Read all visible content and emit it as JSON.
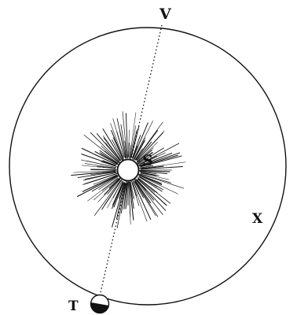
{
  "labels": {
    "top": "V",
    "sun": "S",
    "right": "X",
    "bottom": "T"
  },
  "colors": {
    "ink": "#111111",
    "paper": "#ffffff"
  },
  "rays": {
    "count": 150
  }
}
